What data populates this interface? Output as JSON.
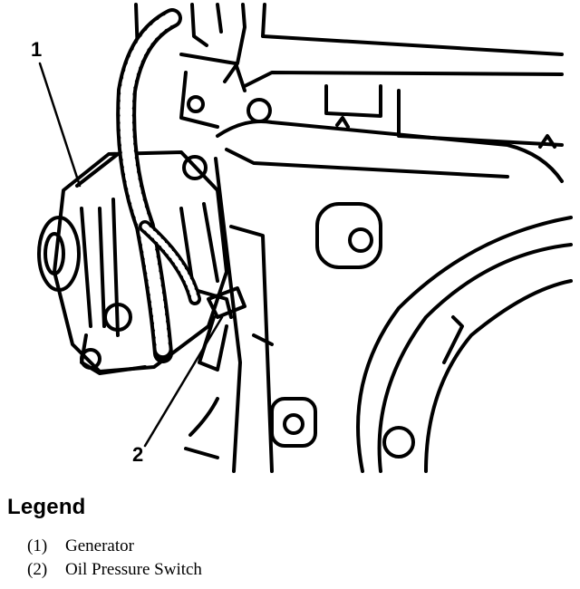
{
  "figure": {
    "callouts": [
      {
        "id": "1",
        "label": "1"
      },
      {
        "id": "2",
        "label": "2"
      }
    ]
  },
  "legend": {
    "title": "Legend",
    "items": [
      {
        "number": "(1)",
        "label": "Generator"
      },
      {
        "number": "(2)",
        "label": "Oil Pressure Switch"
      }
    ]
  }
}
